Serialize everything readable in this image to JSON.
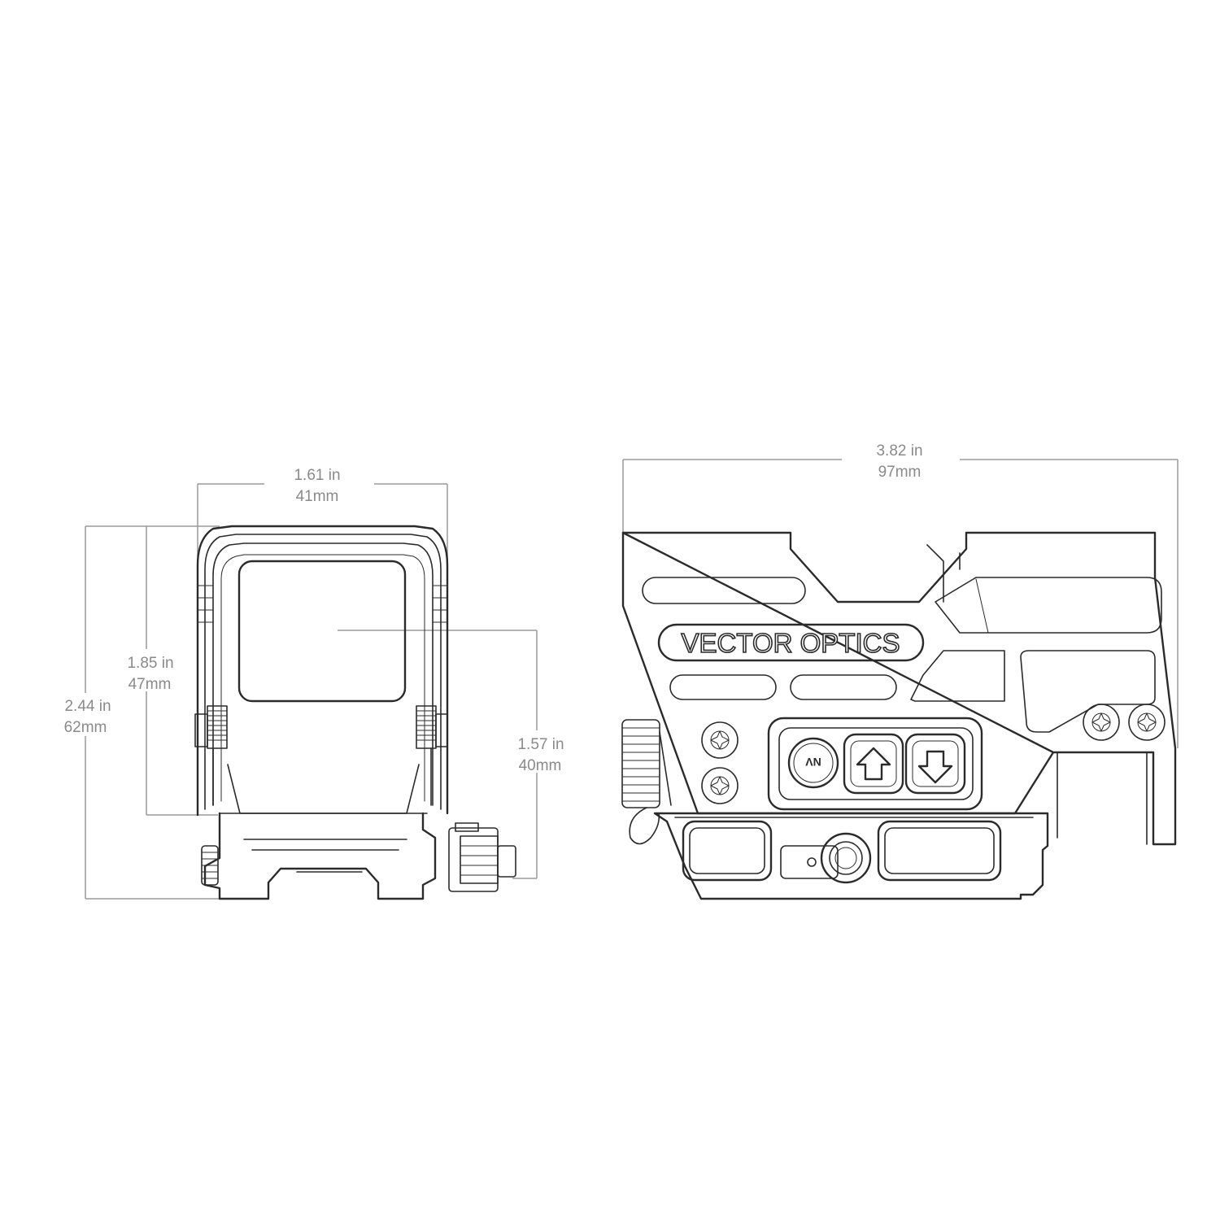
{
  "front_view": {
    "width": {
      "inches": "1.61 in",
      "mm": "41mm"
    },
    "inner_height": {
      "inches": "1.85 in",
      "mm": "47mm"
    },
    "total_height": {
      "inches": "2.44 in",
      "mm": "62mm"
    },
    "optical_center_height": {
      "inches": "1.57 in",
      "mm": "40mm"
    }
  },
  "side_view": {
    "length": {
      "inches": "3.82 in",
      "mm": "97mm"
    },
    "brand_logo": "VECTOR OPTICS",
    "mode_button_label": "NV",
    "up_button": "arrow-up-icon",
    "down_button": "arrow-down-icon"
  },
  "colors": {
    "line": "#2b2b2b",
    "dimension": "#8a8a8a"
  }
}
